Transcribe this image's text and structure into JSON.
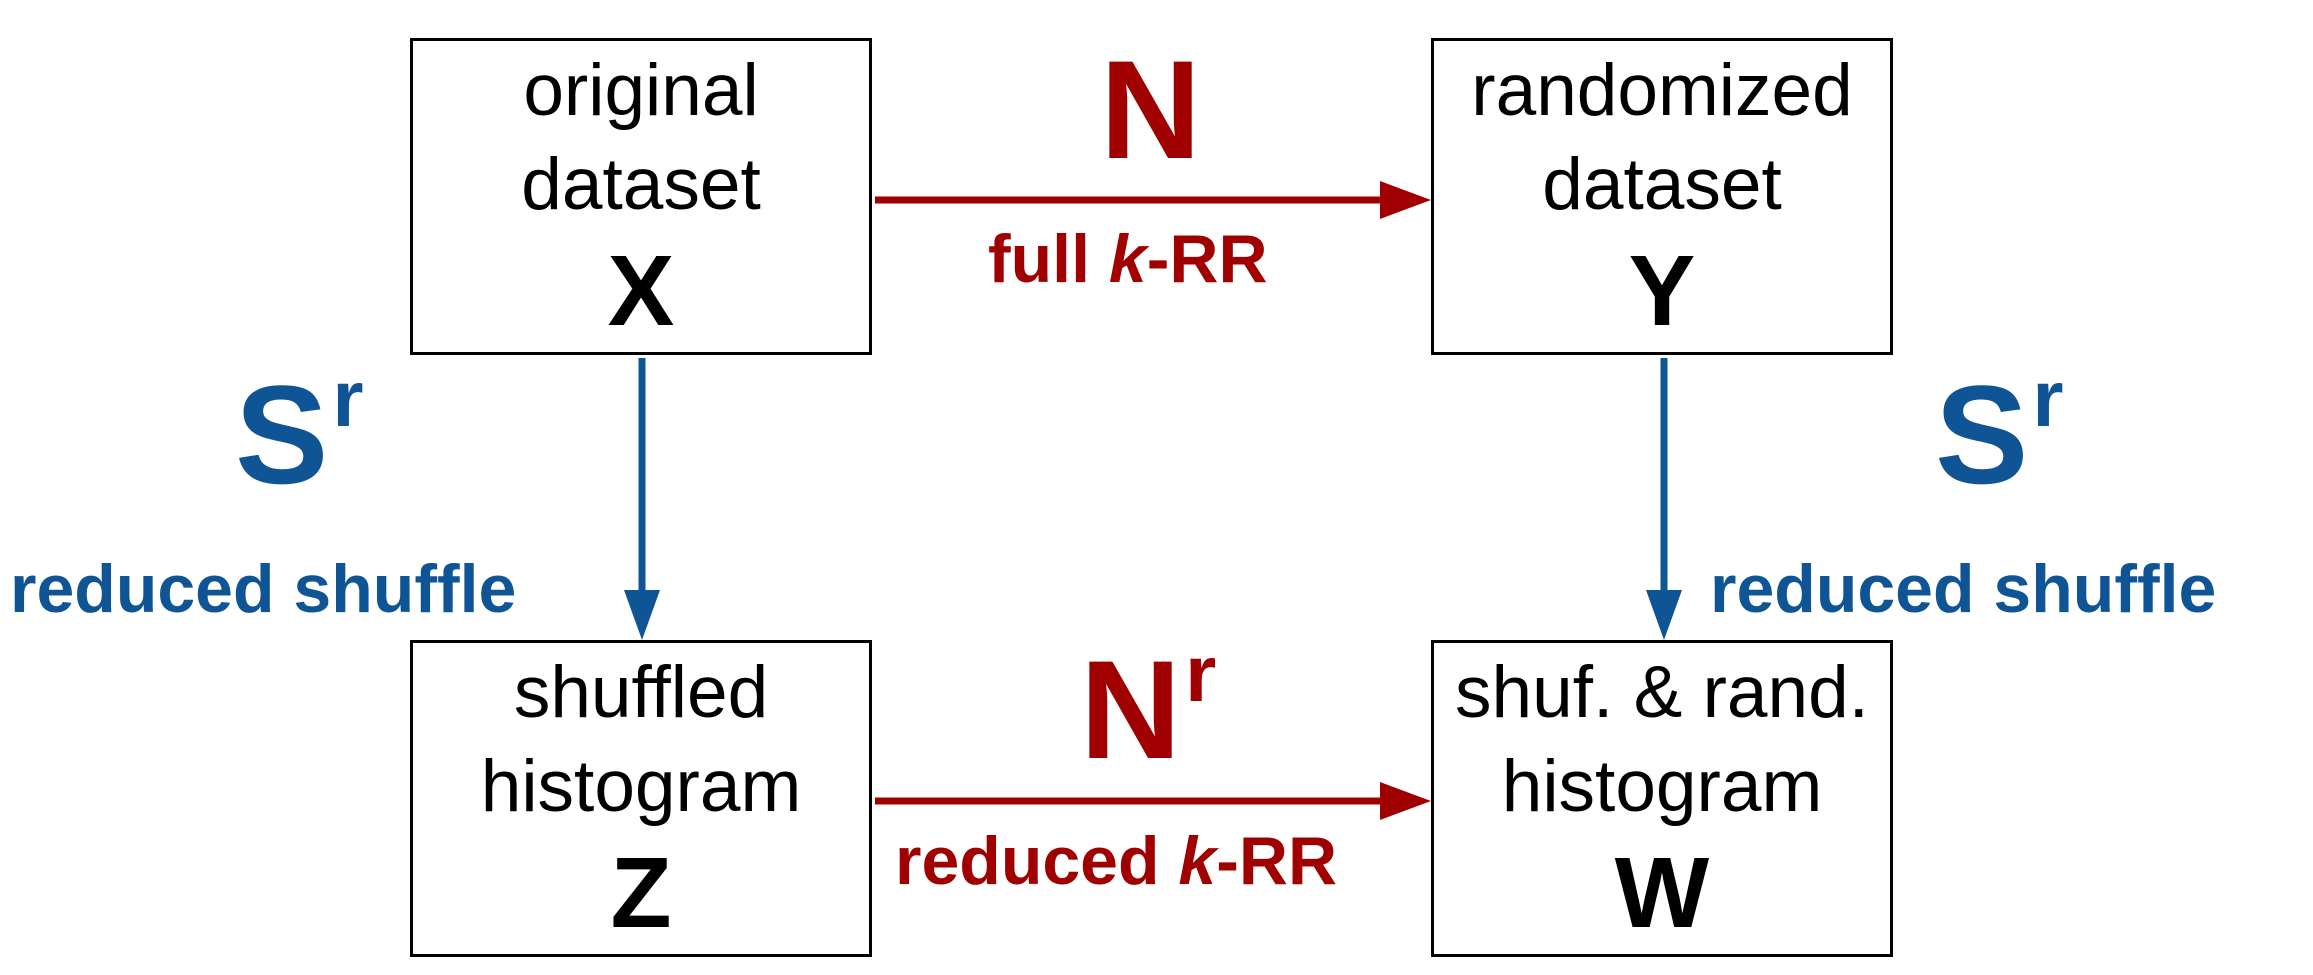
{
  "boxes": {
    "x": {
      "line1": "original",
      "line2": "dataset",
      "symbol": "X"
    },
    "y": {
      "line1": "randomized",
      "line2": "dataset",
      "symbol": "Y"
    },
    "z": {
      "line1": "shuffled",
      "line2": "histogram",
      "symbol": "Z"
    },
    "w": {
      "line1": "shuf. & rand.",
      "line2": "histogram",
      "symbol": "W"
    }
  },
  "edges": {
    "top": {
      "symbol": "N",
      "label_prefix": "full ",
      "label_k": "k",
      "label_suffix": "-RR"
    },
    "bottom": {
      "symbol": "N",
      "sup": "r",
      "label_prefix": "reduced ",
      "label_k": "k",
      "label_suffix": "-RR"
    },
    "left": {
      "symbol": "S",
      "sup": "r",
      "label": "reduced shuffle"
    },
    "right": {
      "symbol": "S",
      "sup": "r",
      "label": "reduced shuffle"
    }
  },
  "colors": {
    "randomizer": "#a00000",
    "shuffler": "#0f5596",
    "box_border": "#000000"
  }
}
